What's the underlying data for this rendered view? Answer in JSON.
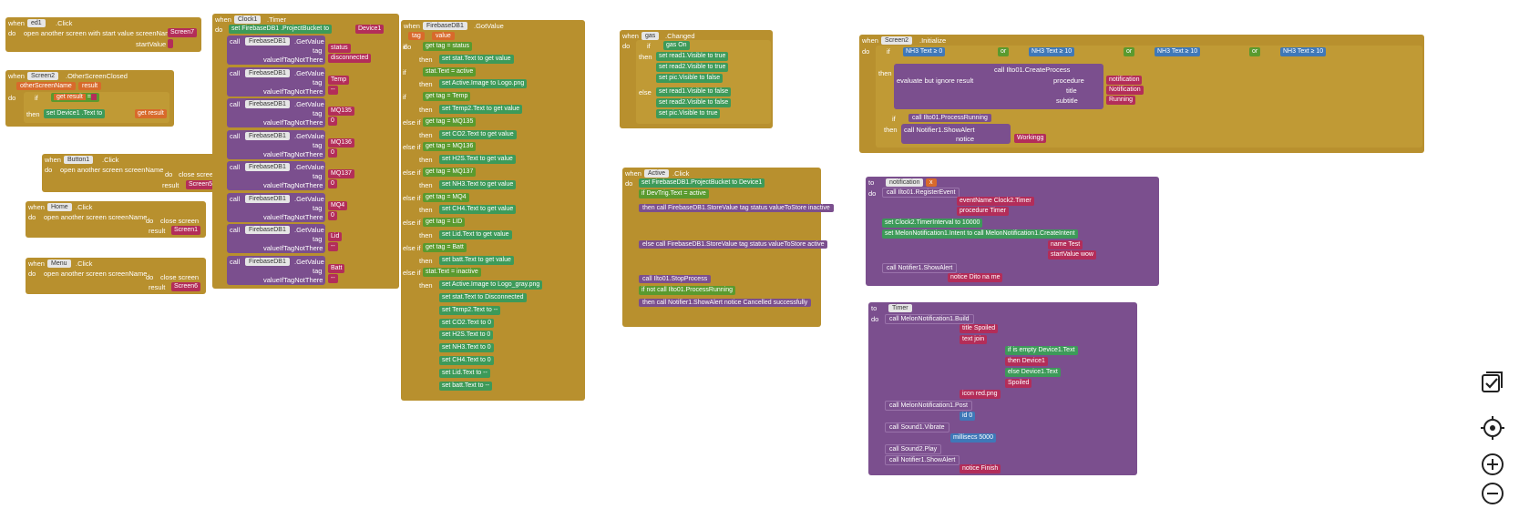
{
  "blocks": {
    "ed1": {
      "event": "when",
      "comp": "ed1",
      "handler": ".Click",
      "do": "do",
      "action": "open another screen with start value  screenName",
      "screen": "Screen7",
      "startvalue": "startValue",
      "val": " "
    },
    "screen2": {
      "event": "when",
      "comp": "Screen2",
      "handler": ".OtherScreenClosed",
      "p1": "otherScreenName",
      "p2": "result",
      "do": "do",
      "if": "if",
      "get": "get",
      "result": "result",
      "eq": "=",
      "val": " ",
      "then": "then",
      "set": "set",
      "target": "Device1",
      "prop": "Text",
      "to": "to"
    },
    "button1": {
      "event": "when",
      "comp": "Button1",
      "handler": ".Click",
      "do": "do",
      "action": "open another screen  screenName",
      "close": "close screen",
      "result": "result",
      "screen": "Screen5"
    },
    "home": {
      "event": "when",
      "comp": "Home",
      "handler": ".Click",
      "do": "do",
      "action": "open another screen  screenName",
      "close": "close screen",
      "result": "result",
      "screen": "Screen1"
    },
    "menu": {
      "event": "when",
      "comp": "Menu",
      "handler": ".Click",
      "do": "do",
      "action": "open another screen  screenName",
      "close": "close screen",
      "result": "result",
      "screen": "Screen6"
    },
    "clock1": {
      "event": "when",
      "comp": "Clock1",
      "handler": ".Timer",
      "do": "do",
      "set": "set",
      "fb": "FirebaseDB1",
      "prop": "ProjectBucket",
      "to": "to",
      "dev": "Device1",
      "calls": [
        {
          "tag": "status",
          "def": "disconnected"
        },
        {
          "tag": "Temp",
          "def": "--"
        },
        {
          "tag": "MQ135",
          "def": "0"
        },
        {
          "tag": "MQ136",
          "def": "0"
        },
        {
          "tag": "MQ137",
          "def": "0"
        },
        {
          "tag": "MQ4",
          "def": "0"
        },
        {
          "tag": "Lid",
          "def": "--"
        },
        {
          "tag": "Batt",
          "def": "--"
        }
      ],
      "call": "call",
      "getvalue": ".GetValue",
      "taglbl": "tag",
      "vitn": "valueIfTagNotThere"
    },
    "gotvalue": {
      "event": "when",
      "comp": "FirebaseDB1",
      "handler": ".GotValue",
      "p1": "tag",
      "p2": "value",
      "do": "do",
      "rows": [
        {
          "k": "if",
          "t": "get tag = status"
        },
        {
          "k": "then",
          "t": "set stat.Text to get value"
        },
        {
          "k": "if",
          "t": "stat.Text = active"
        },
        {
          "k": "then",
          "t": "set Active.Image to Logo.png"
        },
        {
          "k": "if",
          "t": "get tag = Temp"
        },
        {
          "k": "then",
          "t": "set Temp2.Text to get value"
        },
        {
          "k": "else if",
          "t": "get tag = MQ135"
        },
        {
          "k": "then",
          "t": "set CO2.Text to get value"
        },
        {
          "k": "else if",
          "t": "get tag = MQ136"
        },
        {
          "k": "then",
          "t": "set H2S.Text to get value"
        },
        {
          "k": "else if",
          "t": "get tag = MQ137"
        },
        {
          "k": "then",
          "t": "set NH3.Text to get value"
        },
        {
          "k": "else if",
          "t": "get tag = MQ4"
        },
        {
          "k": "then",
          "t": "set CH4.Text to get value"
        },
        {
          "k": "else if",
          "t": "get tag = LID"
        },
        {
          "k": "then",
          "t": "set Lid.Text to get value"
        },
        {
          "k": "else if",
          "t": "get tag = Batt"
        },
        {
          "k": "then",
          "t": "set batt.Text to get value"
        },
        {
          "k": "else if",
          "t": "stat.Text = inactive"
        },
        {
          "k": "then",
          "t": "set Active.Image to Logo_gray.png"
        },
        {
          "k": "",
          "t": "set stat.Text to Disconnected"
        },
        {
          "k": "",
          "t": "set Temp2.Text to --"
        },
        {
          "k": "",
          "t": "set CO2.Text to 0"
        },
        {
          "k": "",
          "t": "set H2S.Text to 0"
        },
        {
          "k": "",
          "t": "set NH3.Text to 0"
        },
        {
          "k": "",
          "t": "set CH4.Text to 0"
        },
        {
          "k": "",
          "t": "set Lid.Text to --"
        },
        {
          "k": "",
          "t": "set batt.Text to --"
        }
      ]
    },
    "gas": {
      "event": "when",
      "comp": "gas",
      "handler": ".Changed",
      "do": "do",
      "if": "if",
      "cond": "gas On",
      "then": "then",
      "else": "else",
      "then_rows": [
        "set read1.Visible to true",
        "set read2.Visible to true",
        "set pic.Visible to false"
      ],
      "else_rows": [
        "set read1.Visible to false",
        "set read2.Visible to false",
        "set pic.Visible to true"
      ]
    },
    "active": {
      "event": "when",
      "comp": "Active",
      "handler": ".Click",
      "do": "do",
      "rows": [
        "set FirebaseDB1.ProjectBucket to Device1",
        "if DevTrig.Text = active",
        "then call FirebaseDB1.StoreValue  tag status  valueToStore inactive",
        "else call FirebaseDB1.StoreValue  tag status  valueToStore active",
        "call Ilto01.StopProcess",
        "if not call Ilto01.ProcessRunning",
        "then call Notifier1.ShowAlert  notice Cancelled successfully"
      ]
    },
    "screen2init": {
      "event": "when",
      "comp": "Screen2",
      "handler": ".Initialize",
      "do": "do",
      "if": "if",
      "then": "then",
      "cond": [
        "NH3 Text ≥ 0",
        "or",
        "NH3 Text ≥ 10",
        "or",
        "NH3 Text ≥ 10",
        "or",
        "NH3 Text ≥ 10"
      ],
      "eval": "evaluate but ignore result",
      "call": "call Ilto01.CreateProcess",
      "procedure": "procedure",
      "p_val": "notification",
      "title": "title",
      "t_val": "Notification",
      "subtitle": "subtitle",
      "s_val": "Running",
      "if2": "call Ilto01.ProcessRunning",
      "then2": "call Notifier1.ShowAlert",
      "notice": "notice",
      "n_val": "Workingg"
    },
    "notification": {
      "to": "to",
      "name": "notification",
      "x": "x",
      "do": "do",
      "rows": [
        "call Ilto01.RegisterEvent",
        "eventName Clock2.Timer",
        "procedure Timer",
        "set Clock2.TimerInterval to 10000",
        "set MelonNotification1.Intent to  call MelonNotification1.CreateIntent",
        "name Test",
        "startValue wow",
        "call Notifier1.ShowAlert",
        "notice Dito na me"
      ]
    },
    "timer": {
      "to": "to",
      "name": "Timer",
      "do": "do",
      "rows": [
        "call MelonNotification1.Build",
        "title Spoiled",
        "text join",
        "if is empty Device1.Text",
        "then Device1",
        "else Device1.Text",
        "Spoiled",
        "icon red.png",
        "call MelonNotification1.Post",
        "id 0",
        "call Sound1.Vibrate",
        "millisecs 5000",
        "call Sound2.Play",
        "call Notifier1.ShowAlert",
        "notice Finish"
      ]
    }
  },
  "toolbar": {
    "icons": [
      "checklist-icon",
      "target-icon",
      "zoom-in-icon"
    ]
  }
}
